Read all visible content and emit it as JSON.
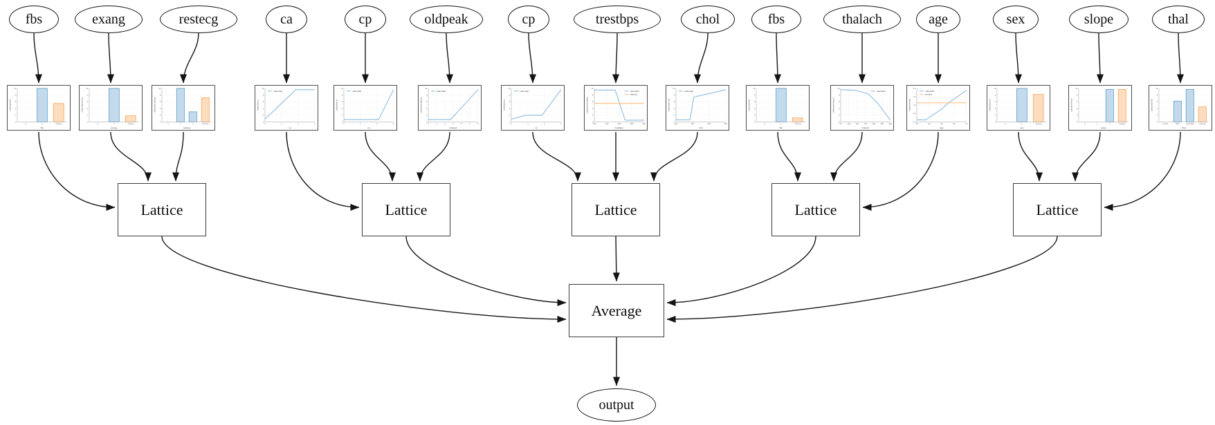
{
  "nodes": {
    "lattices": [
      {
        "label": "Lattice"
      },
      {
        "label": "Lattice"
      },
      {
        "label": "Lattice"
      },
      {
        "label": "Lattice"
      },
      {
        "label": "Lattice"
      }
    ],
    "average": {
      "label": "Average"
    },
    "output": {
      "label": "output"
    }
  },
  "colors": {
    "bar_blue_fill": "#c3daed",
    "bar_blue_edge": "#5a9bc9",
    "bar_orange_fill": "#fdddbd",
    "bar_orange_edge": "#f0a35e",
    "line_blue": "#8abbdd",
    "line_orange": "#fcbe7e",
    "edge": "#141414",
    "grid": "#ebebeb",
    "spine": "#999999",
    "tick_text": "#666666",
    "label_text": "#444444"
  },
  "features": [
    {
      "label": "fbs",
      "chart": {
        "type": "bar",
        "xlabel": "fbs",
        "ylabel": "calibrated fbs",
        "categories": [
          "0",
          "1",
          "missing"
        ],
        "values": [
          0,
          1.0,
          0.55
        ],
        "yticks": [
          "0",
          "2",
          "4",
          "6",
          "8",
          "10"
        ]
      }
    },
    {
      "label": "exang",
      "chart": {
        "type": "bar",
        "xlabel": "exang",
        "ylabel": "calibrated exang",
        "categories": [
          "0",
          "1",
          "missing"
        ],
        "values": [
          0,
          1.0,
          0.18
        ],
        "yticks": [
          "0",
          "2",
          "4",
          "6",
          "8",
          "10"
        ]
      }
    },
    {
      "label": "restecg",
      "chart": {
        "type": "bar",
        "xlabel": "restecg",
        "ylabel": "calibrated restecg",
        "categories": [
          "0",
          "1",
          "2",
          "missing"
        ],
        "values": [
          0,
          1.0,
          0.3,
          0.72
        ],
        "yticks": [
          "0",
          "2",
          "4",
          "6",
          "8",
          "10"
        ]
      }
    },
    {
      "label": "ca",
      "chart": {
        "type": "line",
        "xlabel": "ca",
        "ylabel": "calibrated ca",
        "xticks": [
          "0",
          "1",
          "2",
          "3"
        ],
        "yticks": [
          "0",
          "2",
          "4",
          "6",
          "8",
          "10"
        ],
        "legend": [
          "calibrated"
        ],
        "legend_pos": "tl",
        "lines": [
          {
            "color": "blue",
            "points": [
              [
                0,
                0.08
              ],
              [
                0.62,
                0.96
              ],
              [
                1,
                0.96
              ]
            ]
          }
        ]
      }
    },
    {
      "label": "cp",
      "chart": {
        "type": "line",
        "xlabel": "cp",
        "ylabel": "calibrated cp",
        "xticks": [
          "0",
          "1",
          "2",
          "3"
        ],
        "yticks": [
          "0",
          "2",
          "4",
          "6",
          "8",
          "10"
        ],
        "legend": [
          "calibrated"
        ],
        "legend_pos": "tl",
        "lines": [
          {
            "color": "blue",
            "points": [
              [
                0,
                0.07
              ],
              [
                0.7,
                0.07
              ],
              [
                1,
                0.96
              ]
            ]
          }
        ]
      }
    },
    {
      "label": "oldpeak",
      "chart": {
        "type": "line",
        "xlabel": "oldpeak",
        "ylabel": "calibrated oldpeak",
        "xticks": [
          "0",
          "1",
          "2",
          "3",
          "4",
          "5",
          "6"
        ],
        "yticks": [
          "0",
          "2",
          "4",
          "6",
          "8",
          "10"
        ],
        "legend": [
          "calibrated"
        ],
        "legend_pos": "tl",
        "lines": [
          {
            "color": "blue",
            "points": [
              [
                0,
                0.07
              ],
              [
                0.45,
                0.07
              ],
              [
                1,
                0.96
              ]
            ]
          }
        ]
      }
    },
    {
      "label": "cp",
      "chart": {
        "type": "line",
        "xlabel": "cp",
        "ylabel": "calibrated cp",
        "xticks": [
          "0",
          "1",
          "2",
          "3"
        ],
        "yticks": [
          "0",
          "2",
          "4",
          "6",
          "8",
          "10"
        ],
        "legend": [
          "calibrated"
        ],
        "legend_pos": "tl",
        "lines": [
          {
            "color": "blue",
            "points": [
              [
                0,
                0.08
              ],
              [
                0.3,
                0.2
              ],
              [
                0.62,
                0.2
              ],
              [
                1,
                0.96
              ]
            ]
          }
        ]
      }
    },
    {
      "label": "trestbps",
      "chart": {
        "type": "line",
        "xlabel": "trestbps",
        "ylabel": "calibrated trestbps",
        "xticks": [
          "100",
          "120",
          "140",
          "160",
          "180"
        ],
        "yticks": [
          "0",
          "2",
          "4",
          "6",
          "8",
          "10"
        ],
        "legend": [
          "calibrated",
          "missing"
        ],
        "legend_pos": "tr",
        "lines": [
          {
            "color": "blue",
            "points": [
              [
                0,
                0.95
              ],
              [
                0.42,
                0.95
              ],
              [
                0.62,
                0.05
              ],
              [
                1,
                0.05
              ]
            ]
          },
          {
            "color": "orange",
            "points": [
              [
                0,
                0.55
              ],
              [
                1,
                0.55
              ]
            ]
          }
        ]
      }
    },
    {
      "label": "chol",
      "chart": {
        "type": "line",
        "xlabel": "chol",
        "ylabel": "calibrated chol",
        "xticks": [
          "200",
          "300",
          "400",
          "500"
        ],
        "yticks": [
          "0",
          "2",
          "4",
          "6",
          "8",
          "10"
        ],
        "legend": [
          "calibrated"
        ],
        "legend_pos": "tl",
        "lines": [
          {
            "color": "blue",
            "points": [
              [
                0,
                0.06
              ],
              [
                0.28,
                0.06
              ],
              [
                0.36,
                0.74
              ],
              [
                1,
                0.96
              ]
            ]
          }
        ]
      }
    },
    {
      "label": "fbs",
      "chart": {
        "type": "bar",
        "xlabel": "fbs",
        "ylabel": "calibrated fbs",
        "categories": [
          "0",
          "1",
          "missing"
        ],
        "values": [
          0,
          1.0,
          0.12
        ],
        "yticks": [
          "0",
          "2",
          "4",
          "6",
          "8",
          "10"
        ]
      }
    },
    {
      "label": "thalach",
      "chart": {
        "type": "line",
        "xlabel": "thalach",
        "ylabel": "calibrated thalach",
        "xticks": [
          "80",
          "100",
          "120",
          "140",
          "160",
          "180",
          "200"
        ],
        "yticks": [
          "0",
          "2",
          "4",
          "6",
          "8",
          "10"
        ],
        "legend": [
          "calibrated"
        ],
        "legend_pos": "tr",
        "lines": [
          {
            "color": "blue",
            "points": [
              [
                0,
                0.96
              ],
              [
                0.3,
                0.94
              ],
              [
                0.55,
                0.84
              ],
              [
                0.75,
                0.55
              ],
              [
                1,
                0.05
              ]
            ]
          }
        ]
      }
    },
    {
      "label": "age",
      "chart": {
        "type": "line",
        "xlabel": "age",
        "ylabel": "calibrated age",
        "xticks": [
          "30",
          "40",
          "50",
          "60",
          "70"
        ],
        "yticks": [
          "0.0",
          "0.5",
          "1.0",
          "1.5",
          "2.0"
        ],
        "legend": [
          "calibrated",
          "missing"
        ],
        "legend_pos": "tl",
        "lines": [
          {
            "color": "blue",
            "points": [
              [
                0,
                0.06
              ],
              [
                0.18,
                0.06
              ],
              [
                0.5,
                0.38
              ],
              [
                0.65,
                0.58
              ],
              [
                1,
                0.94
              ]
            ]
          },
          {
            "color": "orange",
            "points": [
              [
                0,
                0.57
              ],
              [
                1,
                0.57
              ]
            ]
          }
        ]
      }
    },
    {
      "label": "sex",
      "chart": {
        "type": "bar",
        "xlabel": "sex",
        "ylabel": "calibrated sex",
        "categories": [
          "0",
          "1",
          "missing"
        ],
        "values": [
          0,
          1.0,
          0.82
        ],
        "yticks": [
          "0",
          "2",
          "4",
          "6",
          "8",
          "10"
        ]
      }
    },
    {
      "label": "slope",
      "chart": {
        "type": "bar",
        "xlabel": "slope",
        "ylabel": "calibrated slope",
        "categories": [
          "0",
          "1",
          "2",
          "missing"
        ],
        "values": [
          0,
          0,
          0.97,
          0.97
        ],
        "yticks": [
          "0",
          "2",
          "4",
          "6",
          "8",
          "10"
        ]
      }
    },
    {
      "label": "thal",
      "chart": {
        "type": "bar",
        "xlabel": "thal",
        "ylabel": "calibrated thal",
        "categories": [
          "normal",
          "fixed",
          "reversible",
          "missing"
        ],
        "values": [
          0,
          0.62,
          0.97,
          0.45
        ],
        "yticks": [
          "0",
          "2",
          "4",
          "6",
          "8",
          "10"
        ]
      }
    }
  ]
}
